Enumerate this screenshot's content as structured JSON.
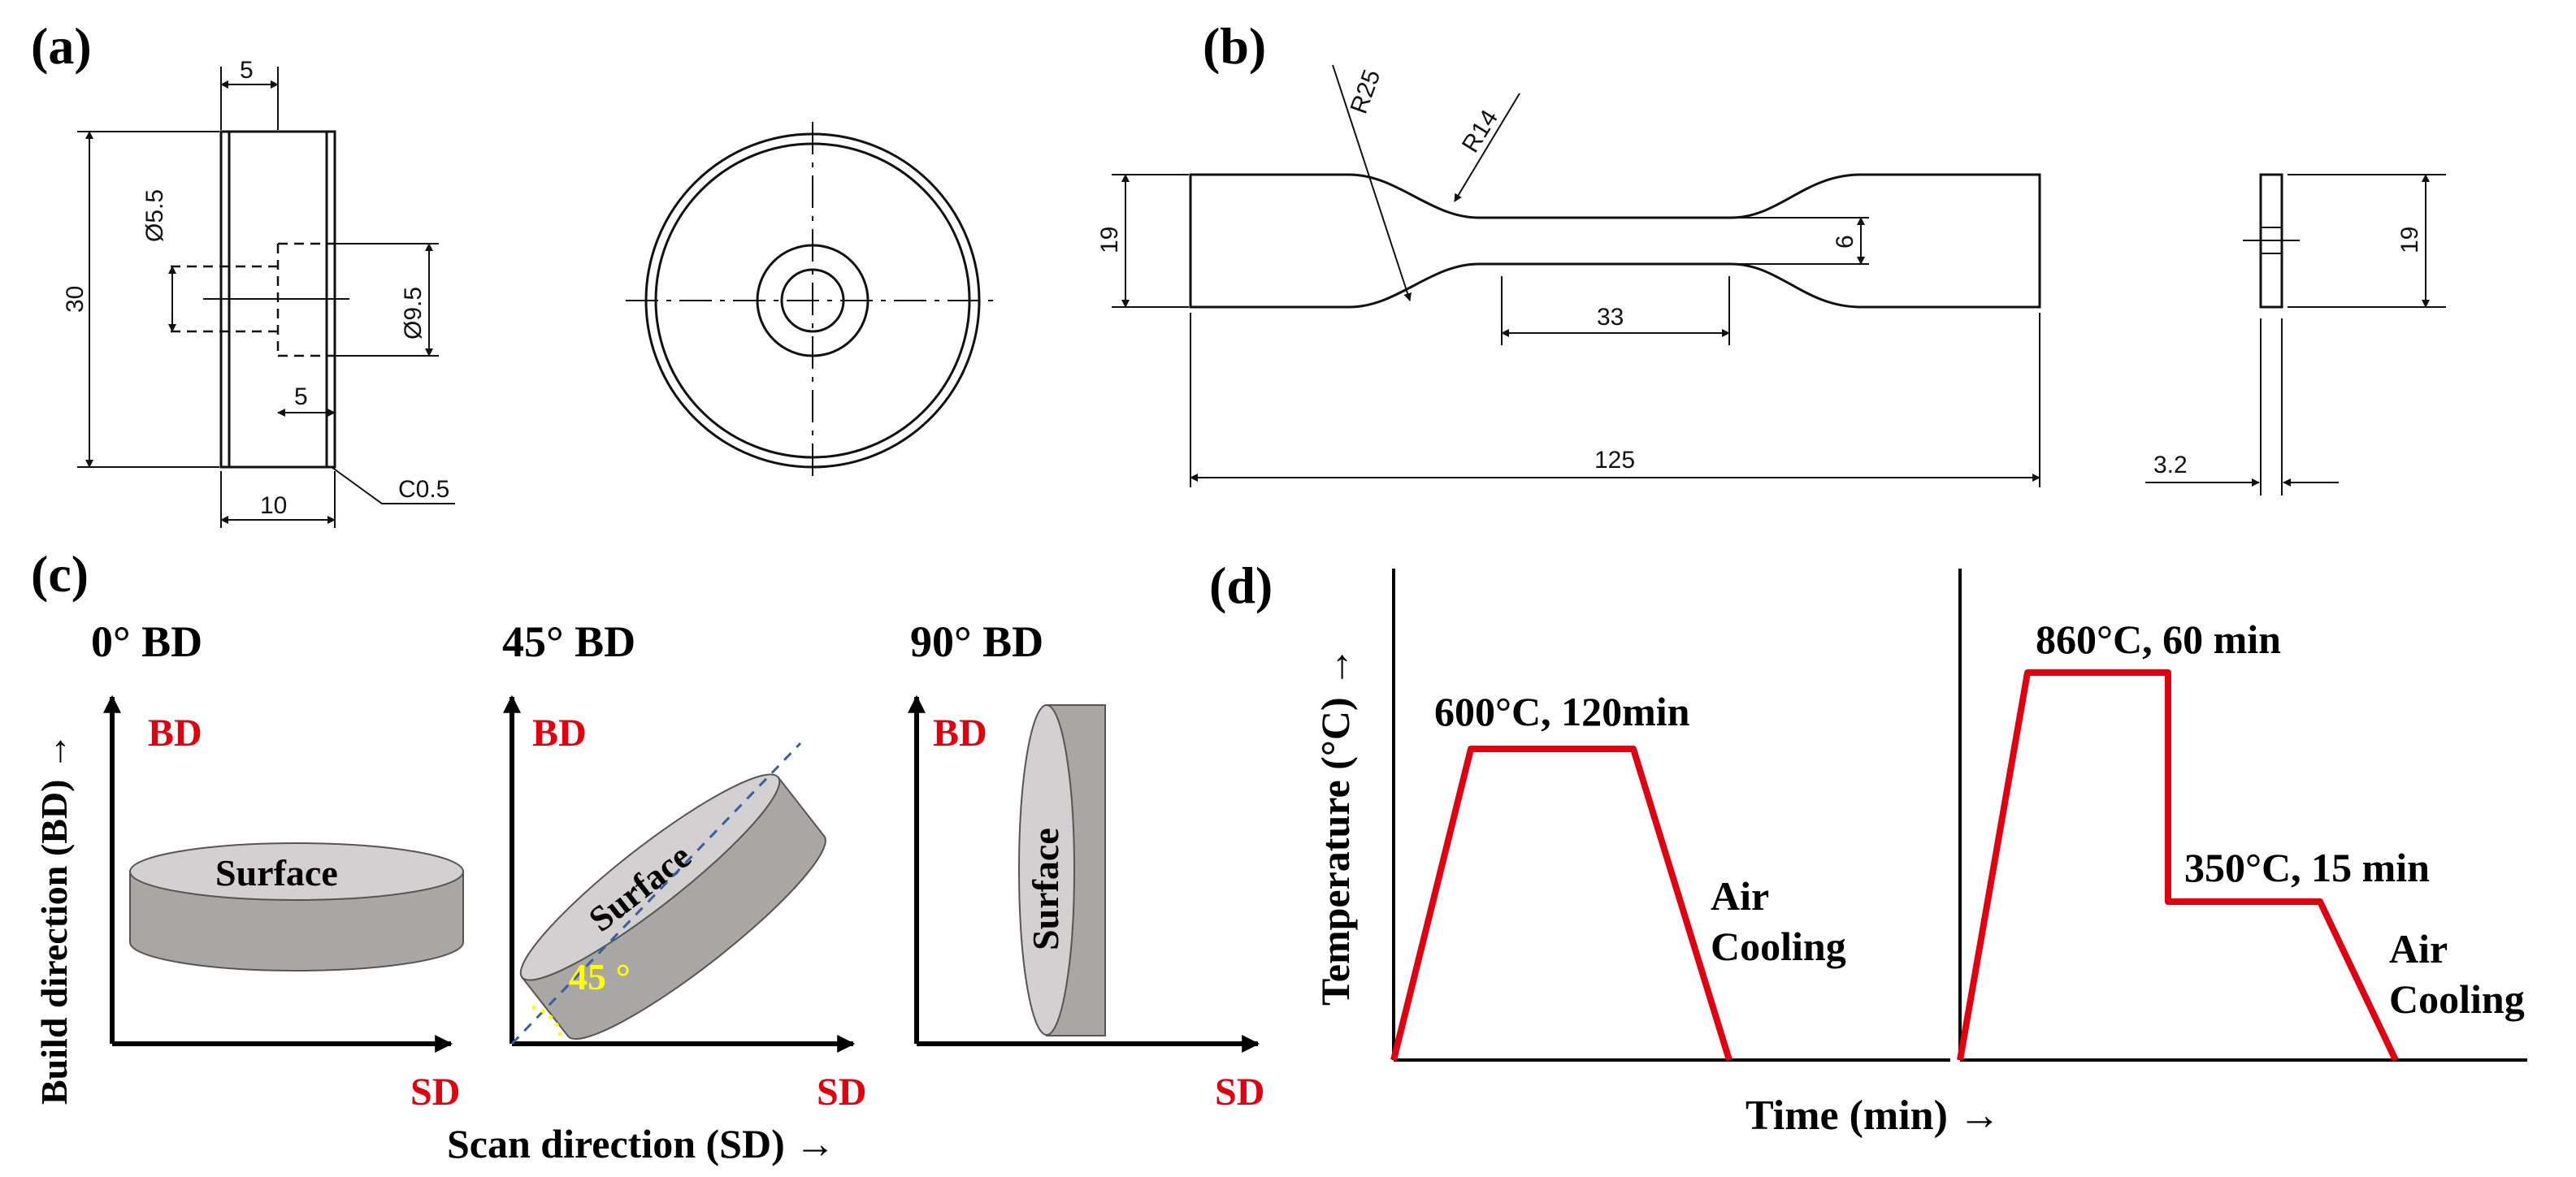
{
  "colors": {
    "accent_red": "#e0000f",
    "part_gray": "#a9a6a6",
    "part_light": "#d2d0d0",
    "angle_yellow": "#ffff00",
    "scan_blue": "#3a5f9a"
  },
  "panels": {
    "a": {
      "label": "(a)",
      "dims": {
        "top_width": "5",
        "height": "30",
        "inner_dia": "Ø5.5",
        "outer_dia": "Ø9.5",
        "hole_depth": "5",
        "width": "10",
        "chamfer": "C0.5"
      }
    },
    "b": {
      "label": "(b)",
      "dims": {
        "r_large": "R25",
        "r_small": "R14",
        "grip_width": "19",
        "gauge_width": "6",
        "gauge_length": "33",
        "total_length": "125",
        "side_width": "19",
        "thickness": "3.2"
      }
    },
    "c": {
      "label": "(c)",
      "y_axis": "Build direction (BD) →",
      "x_axis": "Scan direction (SD) →",
      "orientations": [
        {
          "title": "0° BD",
          "bd": "BD",
          "sd": "SD",
          "surface": "Surface"
        },
        {
          "title": "45° BD",
          "bd": "BD",
          "sd": "SD",
          "surface": "Surface",
          "angle": "45 °"
        },
        {
          "title": "90° BD",
          "bd": "BD",
          "sd": "SD",
          "surface": "Surface"
        }
      ]
    },
    "d": {
      "label": "(d)",
      "y_axis": "Temperature (°C) →",
      "x_axis": "Time (min) →",
      "left": {
        "hold": "600°C, 120min",
        "cool_1": "Air",
        "cool_2": "Cooling"
      },
      "right": {
        "hold_1": "860°C, 60 min",
        "hold_2": "350°C, 15 min",
        "cool_1": "Air",
        "cool_2": "Cooling"
      }
    }
  }
}
